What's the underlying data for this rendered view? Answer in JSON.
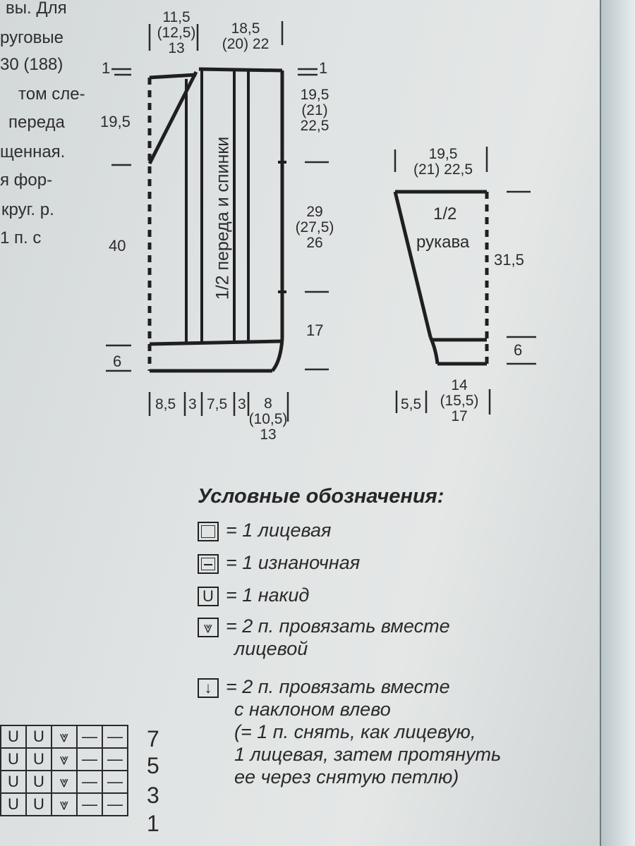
{
  "page_text": {
    "lines": [
      "вы. Для",
      "руговые",
      "30 (188)",
      "том сле-",
      "переда",
      "щенная.",
      "я фор-",
      "круг. р.",
      "1 п. с"
    ]
  },
  "body_pattern": {
    "label": "1/2 переда и спинки",
    "top_left_dim": [
      "11,5",
      "(12,5)",
      "13"
    ],
    "top_right_dim": [
      "18,5",
      "(20) 22"
    ],
    "left_marks": [
      "1",
      "19,5",
      "40",
      "6"
    ],
    "right_marks": [
      "1",
      "19,5",
      "(21)",
      "22,5",
      "29",
      "(27,5)",
      "26",
      "17"
    ],
    "bottom_dims": [
      "8,5",
      "3",
      "7,5",
      "3",
      "8",
      "(10,5)",
      "13"
    ]
  },
  "sleeve_pattern": {
    "label_line1": "1/2",
    "label_line2": "рукава",
    "top_dim": [
      "19,5",
      "(21) 22,5"
    ],
    "right_dim": "31,5",
    "cuff_dim": "6",
    "bottom_dims": [
      "5,5",
      "14",
      "(15,5)",
      "17"
    ]
  },
  "legend": {
    "title": "Условные обозначения:",
    "items": [
      {
        "symbol": "knit-box",
        "text": "= 1 лицевая"
      },
      {
        "symbol": "purl-box",
        "text": "= 1 изнаночная"
      },
      {
        "symbol": "yarn-over-box",
        "glyph": "U",
        "text": "= 1 накид"
      },
      {
        "symbol": "k2tog-box",
        "text": "= 2 п. провязать вместе",
        "text2": "лицевой"
      },
      {
        "symbol": "ssk-box",
        "text": "= 2 п. провязать вместе",
        "text2": "с наклоном влево",
        "text3": "(= 1 п. снять, как лицевую,",
        "text4": "1 лицевая, затем протянуть",
        "text5": "ее через снятую петлю)"
      }
    ]
  },
  "chart_rows": [
    {
      "number": "7",
      "cells": [
        "U",
        "U",
        "⩔",
        "—",
        "—"
      ]
    },
    {
      "number": "5",
      "cells": [
        "U",
        "U",
        "⩔",
        "—",
        "—"
      ]
    },
    {
      "number": "3",
      "cells": [
        "U",
        "U",
        "⩔",
        "—",
        "—"
      ]
    },
    {
      "number": "1",
      "cells": [
        "U",
        "U",
        "⩔",
        "—",
        "—"
      ]
    }
  ]
}
